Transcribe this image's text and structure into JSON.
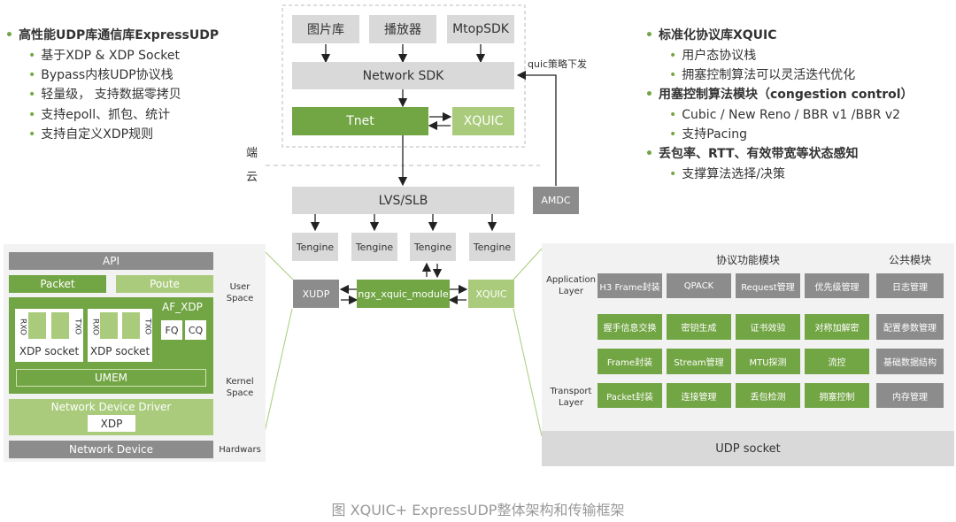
{
  "left_bullets": [
    {
      "text": "高性能UDP库通信库ExpressUDP",
      "level": 1
    },
    {
      "text": "基于XDP & XDP Socket",
      "level": 2
    },
    {
      "text": "Bypass内核UDP协议栈",
      "level": 2
    },
    {
      "text": "轻量级， 支持数据零拷贝",
      "level": 2
    },
    {
      "text": "支持epoll、抓包、统计",
      "level": 2
    },
    {
      "text": "支持自定义XDP规则",
      "level": 2
    }
  ],
  "right_bullets": [
    {
      "text": "标准化协议库XQUIC",
      "level": 1
    },
    {
      "text": "用户态协议栈",
      "level": 2
    },
    {
      "text": "拥塞控制算法可以灵活迭代优化",
      "level": 2
    },
    {
      "text": "用塞控制算法模块（congestion control）",
      "level": 1
    },
    {
      "text": "Cubic / New Reno / BBR v1 /BBR v2",
      "level": 2
    },
    {
      "text": "支持Pacing",
      "level": 2
    },
    {
      "text": "丢包率、RTT、有效带宽等状态感知",
      "level": 1
    },
    {
      "text": "支撑算法选择/决策",
      "level": 2
    }
  ],
  "client": {
    "apps": [
      "图片库",
      "播放器",
      "MtopSDK"
    ],
    "network_sdk": "Network SDK",
    "tnet": "Tnet",
    "xquic": "XQUIC",
    "quic_policy": "quic策略下发"
  },
  "divider": {
    "top": "端",
    "bottom": "云"
  },
  "cloud": {
    "lvs": "LVS/SLB",
    "amdc": "AMDC",
    "tengines": [
      "Tengine",
      "Tengine",
      "Tengine",
      "Tengine"
    ],
    "xudp": "XUDP",
    "module": "ngx_xquic_module",
    "xquic": "XQUIC"
  },
  "xdp_panel": {
    "api": "API",
    "packet": "Packet",
    "poute": "Poute",
    "af_xdp": "AF_XDP",
    "rxo": "RXO",
    "txo": "TXO",
    "xdp_socket": "XDP socket",
    "fq": "FQ",
    "cq": "CQ",
    "umem": "UMEM",
    "driver": "Network Device Driver",
    "xdp": "XDP",
    "device": "Network Device",
    "user_space": "User Space",
    "kernel_space": "Kernel Space",
    "hardware": "Hardwars"
  },
  "xquic_panel": {
    "protocol_header": "协议功能模块",
    "public_header": "公共模块",
    "app_layer": "Application Layer",
    "transport_layer": "Transport Layer",
    "app_row": [
      "H3 Frame封装",
      "QPACK",
      "Request管理",
      "优先级管理"
    ],
    "trans_rows": [
      [
        "握手信息交换",
        "密钥生成",
        "证书效验",
        "对称加解密"
      ],
      [
        "Frame封装",
        "Stream管理",
        "MTU探测",
        "流控"
      ],
      [
        "Packet封装",
        "连接管理",
        "丢包检测",
        "拥塞控制"
      ]
    ],
    "public": [
      "日志管理",
      "配置参数管理",
      "基础数据结构",
      "内存管理"
    ],
    "udp_socket": "UDP socket"
  },
  "caption": "图 XQUIC+ ExpressUDP整体架构和传输框架"
}
